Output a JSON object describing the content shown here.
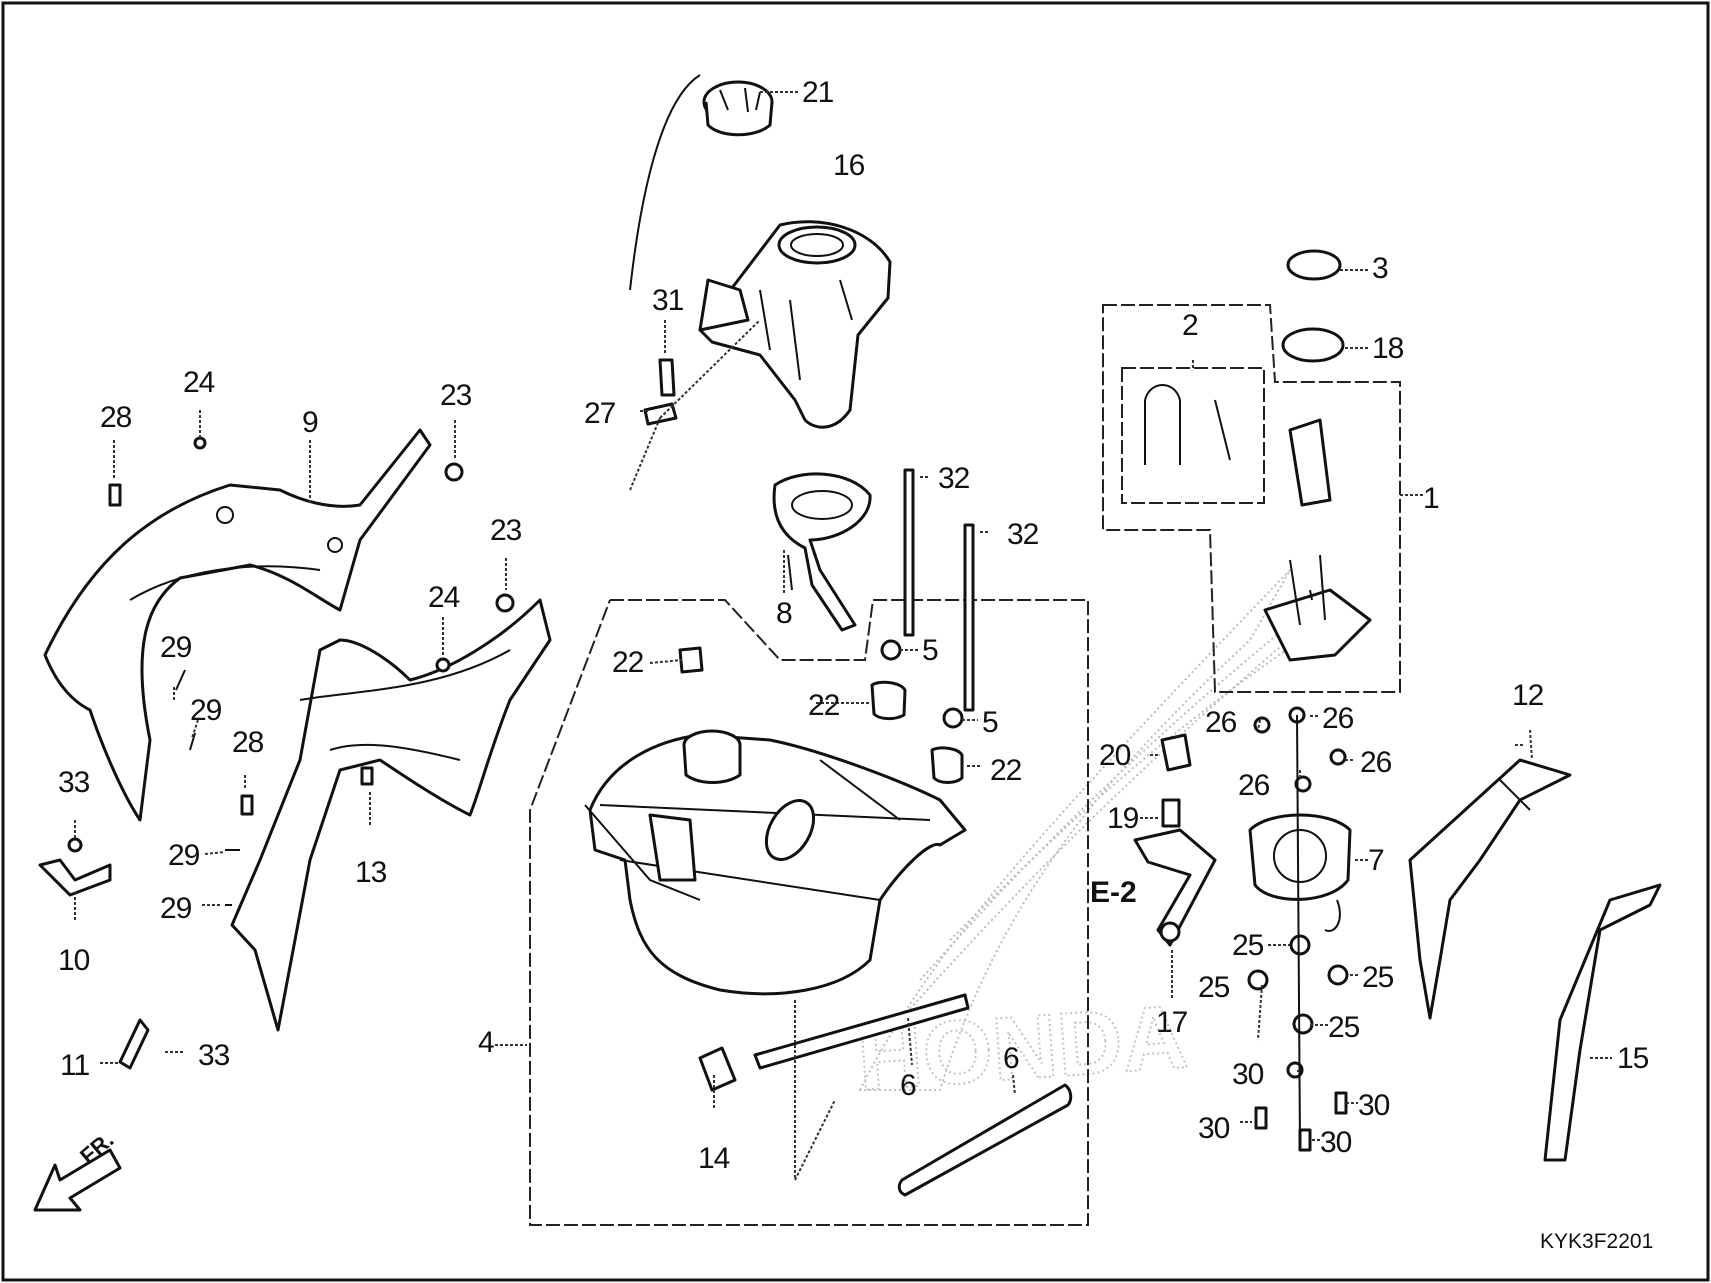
{
  "diagram": {
    "drawing_code": "KYK3F2201",
    "section_ref": "E-2",
    "front_marker": "FR.",
    "watermark": "HONDA",
    "callouts": [
      {
        "id": "c1",
        "text": "1"
      },
      {
        "id": "c2",
        "text": "2"
      },
      {
        "id": "c3",
        "text": "3"
      },
      {
        "id": "c4",
        "text": "4"
      },
      {
        "id": "c5a",
        "text": "5"
      },
      {
        "id": "c5b",
        "text": "5"
      },
      {
        "id": "c6a",
        "text": "6"
      },
      {
        "id": "c6b",
        "text": "6"
      },
      {
        "id": "c7",
        "text": "7"
      },
      {
        "id": "c8",
        "text": "8"
      },
      {
        "id": "c9",
        "text": "9"
      },
      {
        "id": "c10",
        "text": "10"
      },
      {
        "id": "c11",
        "text": "11"
      },
      {
        "id": "c12",
        "text": "12"
      },
      {
        "id": "c13",
        "text": "13"
      },
      {
        "id": "c14",
        "text": "14"
      },
      {
        "id": "c15",
        "text": "15"
      },
      {
        "id": "c16",
        "text": "16"
      },
      {
        "id": "c17",
        "text": "17"
      },
      {
        "id": "c18",
        "text": "18"
      },
      {
        "id": "c19",
        "text": "19"
      },
      {
        "id": "c20",
        "text": "20"
      },
      {
        "id": "c21",
        "text": "21"
      },
      {
        "id": "c22a",
        "text": "22"
      },
      {
        "id": "c22b",
        "text": "22"
      },
      {
        "id": "c22c",
        "text": "22"
      },
      {
        "id": "c23a",
        "text": "23"
      },
      {
        "id": "c23b",
        "text": "23"
      },
      {
        "id": "c24a",
        "text": "24"
      },
      {
        "id": "c24b",
        "text": "24"
      },
      {
        "id": "c25a",
        "text": "25"
      },
      {
        "id": "c25b",
        "text": "25"
      },
      {
        "id": "c25c",
        "text": "25"
      },
      {
        "id": "c25d",
        "text": "25"
      },
      {
        "id": "c26a",
        "text": "26"
      },
      {
        "id": "c26b",
        "text": "26"
      },
      {
        "id": "c26c",
        "text": "26"
      },
      {
        "id": "c26d",
        "text": "26"
      },
      {
        "id": "c27",
        "text": "27"
      },
      {
        "id": "c28a",
        "text": "28"
      },
      {
        "id": "c28b",
        "text": "28"
      },
      {
        "id": "c29a",
        "text": "29"
      },
      {
        "id": "c29b",
        "text": "29"
      },
      {
        "id": "c29c",
        "text": "29"
      },
      {
        "id": "c29d",
        "text": "29"
      },
      {
        "id": "c30a",
        "text": "30"
      },
      {
        "id": "c30b",
        "text": "30"
      },
      {
        "id": "c30c",
        "text": "30"
      },
      {
        "id": "c30d",
        "text": "30"
      },
      {
        "id": "c31",
        "text": "31"
      },
      {
        "id": "c32a",
        "text": "32"
      },
      {
        "id": "c32b",
        "text": "32"
      },
      {
        "id": "c33a",
        "text": "33"
      },
      {
        "id": "c33b",
        "text": "33"
      }
    ]
  }
}
